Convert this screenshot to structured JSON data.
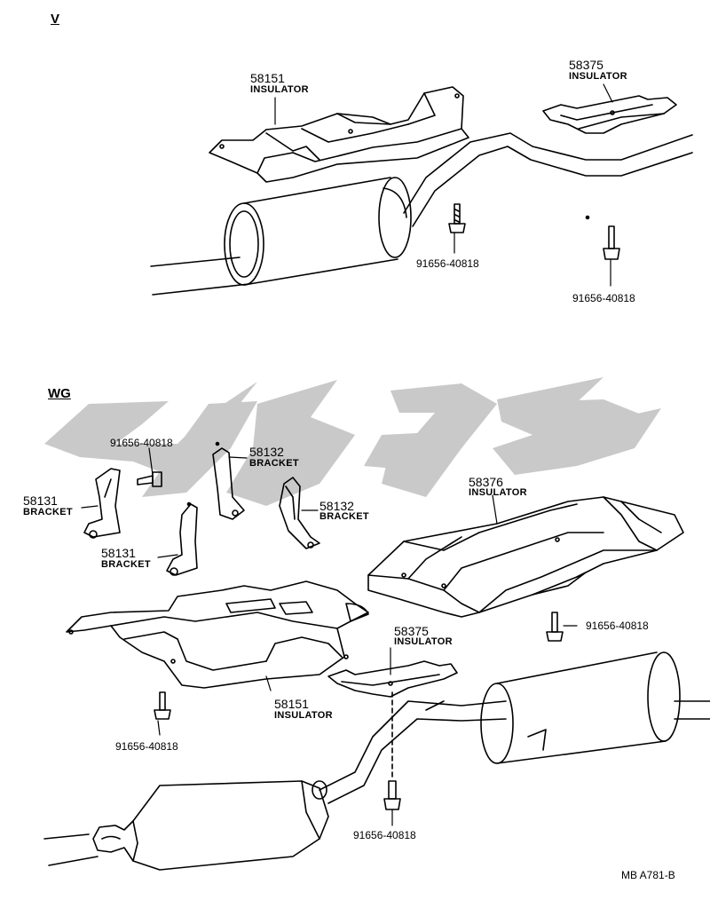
{
  "diagram": {
    "sections": [
      {
        "id": "v",
        "label": "V"
      },
      {
        "id": "wg",
        "label": "WG"
      }
    ],
    "callouts": {
      "v_58151": {
        "part_no": "58151",
        "name": "INSULATOR"
      },
      "v_58375": {
        "part_no": "58375",
        "name": "INSULATOR"
      },
      "v_bolt_1": {
        "part_no": "91656-40818"
      },
      "v_bolt_2": {
        "part_no": "91656-40818"
      },
      "wg_bolt_top": {
        "part_no": "91656-40818"
      },
      "wg_58131_left": {
        "part_no": "58131",
        "name": "BRACKET"
      },
      "wg_58131_mid": {
        "part_no": "58131",
        "name": "BRACKET"
      },
      "wg_58132_top": {
        "part_no": "58132",
        "name": "BRACKET"
      },
      "wg_58132_right": {
        "part_no": "58132",
        "name": "BRACKET"
      },
      "wg_58376": {
        "part_no": "58376",
        "name": "INSULATOR"
      },
      "wg_bolt_right": {
        "part_no": "91656-40818"
      },
      "wg_58375": {
        "part_no": "58375",
        "name": "INSULATOR"
      },
      "wg_58151": {
        "part_no": "58151",
        "name": "INSULATOR"
      },
      "wg_bolt_left": {
        "part_no": "91656-40818"
      },
      "wg_bolt_bottom": {
        "part_no": "91656-40818"
      }
    },
    "reference": "MB  A781-B",
    "watermark_color": "#c9c9c9"
  }
}
